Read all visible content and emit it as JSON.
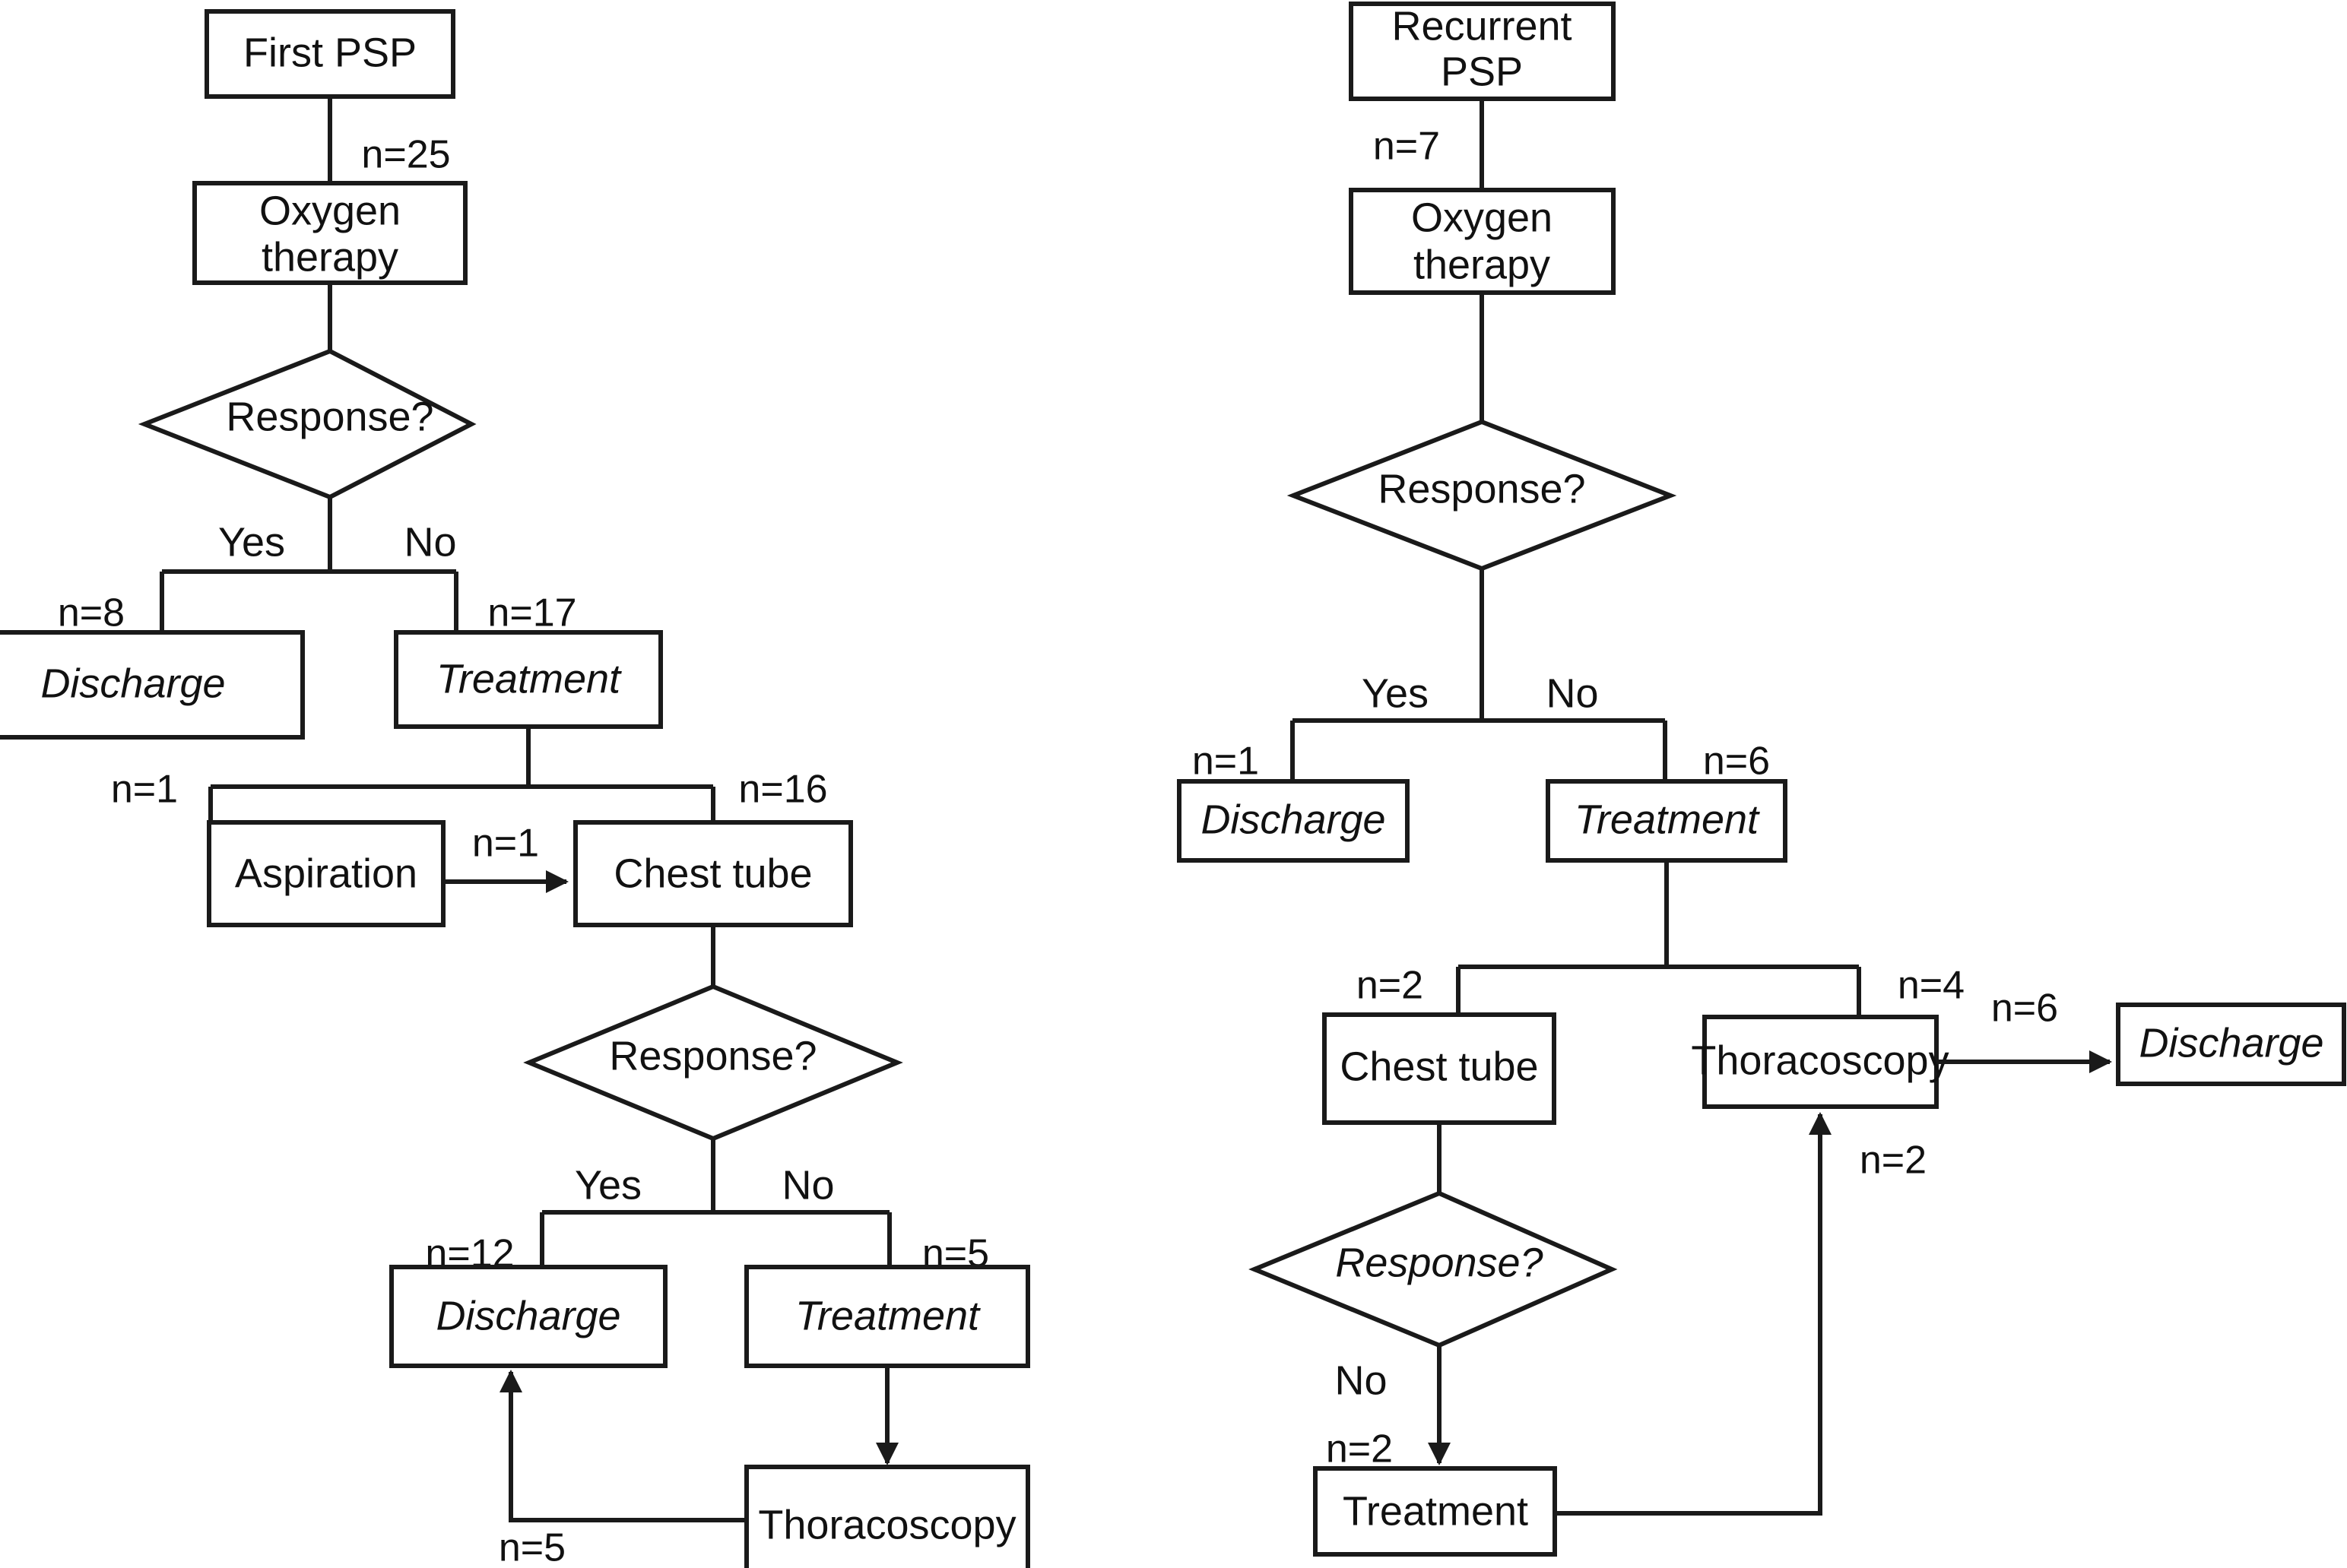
{
  "figure": {
    "type": "flowchart",
    "description": "Two clinical management flowcharts for primary spontaneous pneumothorax (PSP)",
    "panels": [
      {
        "id": "first-psp",
        "root_label": "First PSP",
        "nodes": {
          "first_psp": "First PSP",
          "oxygen_therapy": "Oxygen\ntherapy",
          "oxygen_line1": "Oxygen",
          "oxygen_line2": "therapy",
          "response_1": "Response?",
          "discharge_1": "Discharge",
          "treatment_1": "Treatment",
          "aspiration": "Aspiration",
          "chest_tube": "Chest tube",
          "response_2": "Response?",
          "discharge_2": "Discharge",
          "treatment_2": "Treatment",
          "thoracoscopy": "Thoracoscopy"
        },
        "branch_labels": {
          "yes_1": "Yes",
          "no_1": "No",
          "yes_2": "Yes",
          "no_2": "No"
        },
        "edge_counts": {
          "first_to_oxygen": "n=25",
          "yes_to_discharge": "n=8",
          "no_to_treatment": "n=17",
          "treatment_to_aspiration": "n=1",
          "aspiration_to_chest_tube": "n=1",
          "treatment_to_chest_tube": "n=16",
          "yes_to_discharge_2": "n=12",
          "no_to_treatment_2": "n=5",
          "thoracoscopy_to_discharge": "n=5"
        }
      },
      {
        "id": "recurrent-psp",
        "root_label": "Recurrent PSP",
        "nodes": {
          "recurrent_psp_line1": "Recurrent",
          "recurrent_psp_line2": "PSP",
          "oxygen_line1": "Oxygen",
          "oxygen_line2": "therapy",
          "response_1": "Response?",
          "discharge_1": "Discharge",
          "treatment_1": "Treatment",
          "chest_tube": "Chest tube",
          "thoracoscopy": "Thoracoscopy",
          "discharge_2": "Discharge",
          "response_2": "Response?",
          "treatment_2": "Treatment"
        },
        "branch_labels": {
          "yes_1": "Yes",
          "no_1": "No",
          "no_2": "No"
        },
        "edge_counts": {
          "recurrent_to_oxygen": "n=7",
          "yes_to_discharge": "n=1",
          "no_to_treatment": "n=6",
          "treatment_to_chest_tube": "n=2",
          "treatment_to_thoracoscopy": "n=4",
          "thoracoscopy_to_discharge": "n=6",
          "chest_no_to_treatment": "n=2",
          "treatment_to_thoracoscopy_2": "n=2"
        }
      }
    ],
    "colors": {
      "stroke": "#1a1a1a",
      "fill": "#ffffff",
      "text": "#111111"
    }
  }
}
